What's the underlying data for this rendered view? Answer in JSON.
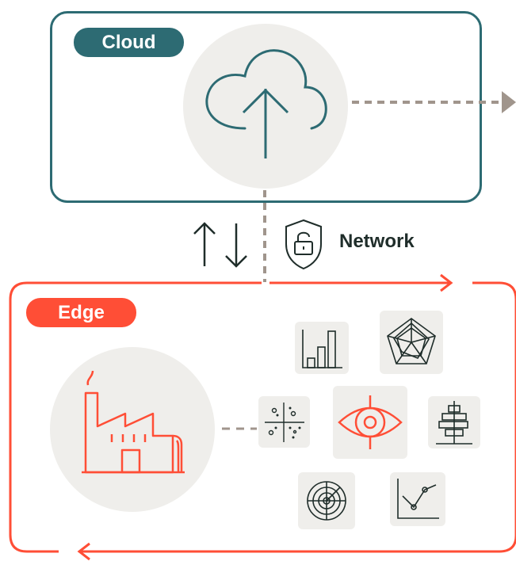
{
  "cloud": {
    "label": "Cloud"
  },
  "edge": {
    "label": "Edge"
  },
  "network": {
    "label": "Network"
  },
  "colors": {
    "teal": "#2d6b73",
    "orange": "#ff4e36",
    "grey": "#efeeeb",
    "dotted": "#a0958c",
    "dark": "#1f2d2a"
  },
  "icons": [
    "cloud-upload-icon",
    "lock-shield-icon",
    "up-down-arrows-icon",
    "factory-icon",
    "bar-chart-icon",
    "radar-chart-icon",
    "scatter-icon",
    "eye-icon",
    "gantt-icon",
    "radar-scope-icon",
    "line-chart-icon"
  ]
}
